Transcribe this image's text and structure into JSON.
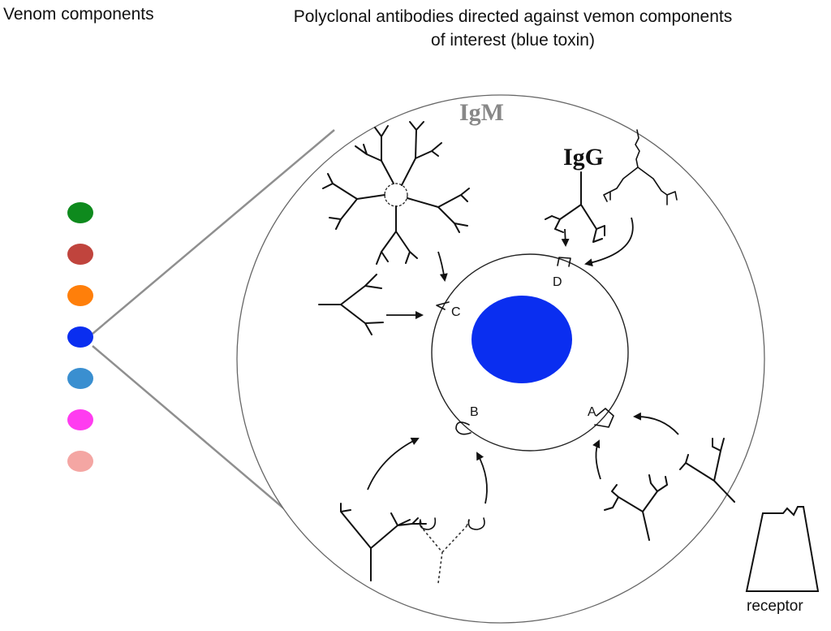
{
  "header": {
    "left_title": "Venom components",
    "right_title_line1": "Polyclonal antibodies directed against vemon components",
    "right_title_line2": "of interest (blue toxin)"
  },
  "venom_components": [
    {
      "color": "#0e8a1d"
    },
    {
      "color": "#c0443d"
    },
    {
      "color": "#ff7f0a"
    },
    {
      "color": "#0a2ef0",
      "selected": true
    },
    {
      "color": "#3a8fd0"
    },
    {
      "color": "#ff3cf0"
    },
    {
      "color": "#f4a6a3"
    }
  ],
  "labels": {
    "igm": "IgM",
    "igg": "IgG",
    "epitope_a": "A",
    "epitope_b": "B",
    "epitope_c": "C",
    "epitope_d": "D",
    "receptor": "receptor"
  },
  "colors": {
    "toxin": "#0a2ef0",
    "igm_label": "#888888",
    "zoom_lines": "#8f8f8f",
    "outline": "#555555"
  }
}
